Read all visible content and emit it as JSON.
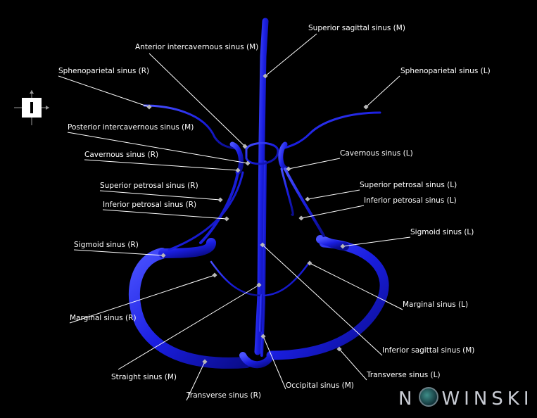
{
  "diagram": {
    "labels": {
      "superior_sagittal": "Superior sagittal sinus (M)",
      "anterior_intercavernous": "Anterior intercavernous sinus (M)",
      "sphenoparietal_r": "Sphenoparietal sinus (R)",
      "sphenoparietal_l": "Sphenoparietal sinus (L)",
      "posterior_intercavernous": "Posterior intercavernous sinus (M)",
      "cavernous_r": "Cavernous sinus (R)",
      "cavernous_l": "Cavernous sinus (L)",
      "superior_petrosal_r": "Superior petrosal sinus (R)",
      "superior_petrosal_l": "Superior petrosal sinus (L)",
      "inferior_petrosal_r": "Inferior petrosal sinus (R)",
      "inferior_petrosal_l": "Inferior petrosal sinus (L)",
      "sigmoid_r": "Sigmoid sinus (R)",
      "sigmoid_l": "Sigmoid sinus (L)",
      "marginal_r": "Marginal sinus (R)",
      "marginal_l": "Marginal sinus (L)",
      "inferior_sagittal": "Inferior sagittal sinus (M)",
      "straight": "Straight sinus (M)",
      "transverse_r": "Transverse sinus (R)",
      "transverse_l": "Transverse sinus (L)",
      "occipital": "Occipital sinus (M)"
    },
    "colors": {
      "vessel": "#1a1ee0",
      "vessel_highlight": "#4a52ff",
      "vessel_shadow": "#0a0c8a",
      "label_text": "#ffffff",
      "leader_line": "#ffffff",
      "background": "#000000"
    }
  },
  "orientation_widget": {
    "icon": "orientation-cross-icon"
  },
  "brand": {
    "text_left": "N",
    "text_right": "WINSKI",
    "logo_icon": "globe-logo-icon"
  }
}
